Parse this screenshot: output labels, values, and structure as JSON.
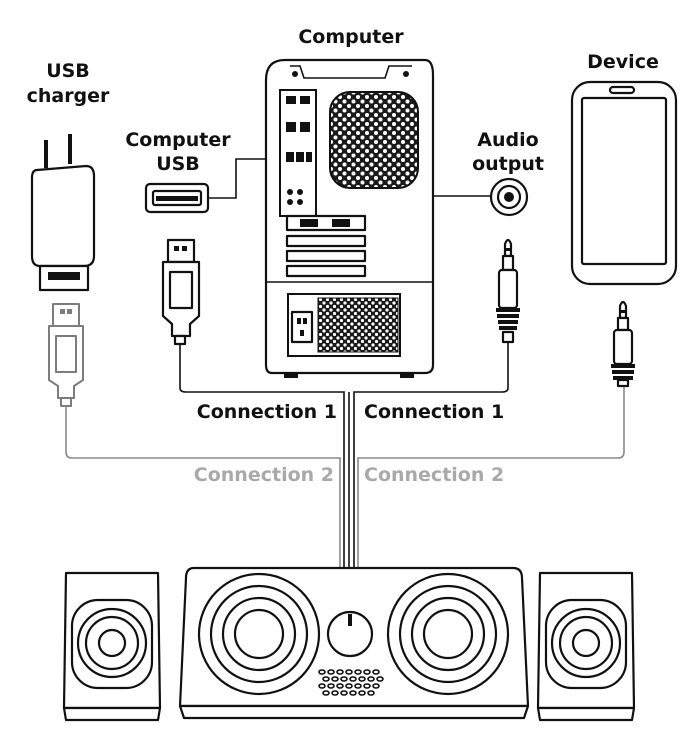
{
  "labels": {
    "computer": "Computer",
    "device": "Device",
    "usb_charger_line1": "USB",
    "usb_charger_line2": "charger",
    "computer_usb_line1": "Computer",
    "computer_usb_line2": "USB",
    "audio_output_line1": "Audio",
    "audio_output_line2": "output",
    "connection1_left": "Connection 1",
    "connection1_right": "Connection 1",
    "connection2_left": "Connection 2",
    "connection2_right": "Connection 2"
  },
  "colors": {
    "connection1": "#111111",
    "connection2": "#8a8a8a",
    "connection2_text": "#a9a9a9"
  }
}
